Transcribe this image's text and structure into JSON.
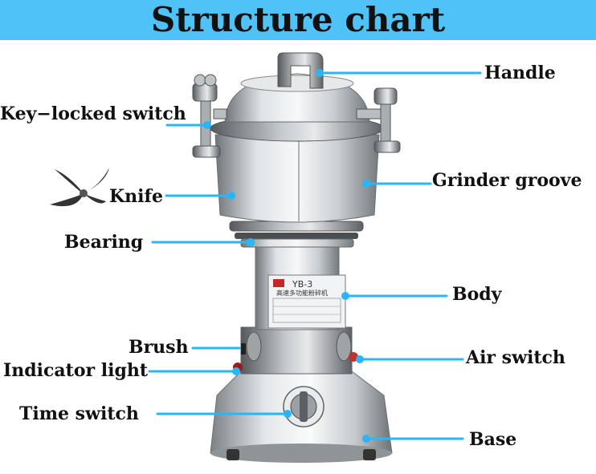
{
  "title": "Structure chart",
  "colors": {
    "title_bar": "#4fc3f7",
    "leader": "#29b6f6",
    "text": "#111111"
  },
  "labels": {
    "handle": "Handle",
    "key_locked_switch": "Key−locked switch",
    "grinder_groove": "Grinder groove",
    "knife": "Knife",
    "bearing": "Bearing",
    "body": "Body",
    "brush": "Brush",
    "air_switch": "Air switch",
    "indicator_light": "Indicator light",
    "time_switch": "Time switch",
    "base": "Base"
  },
  "nameplate": {
    "model": "YB-3",
    "subtitle": "高速多功能粉碎机"
  },
  "icons": [
    "knife-blade-icon"
  ]
}
